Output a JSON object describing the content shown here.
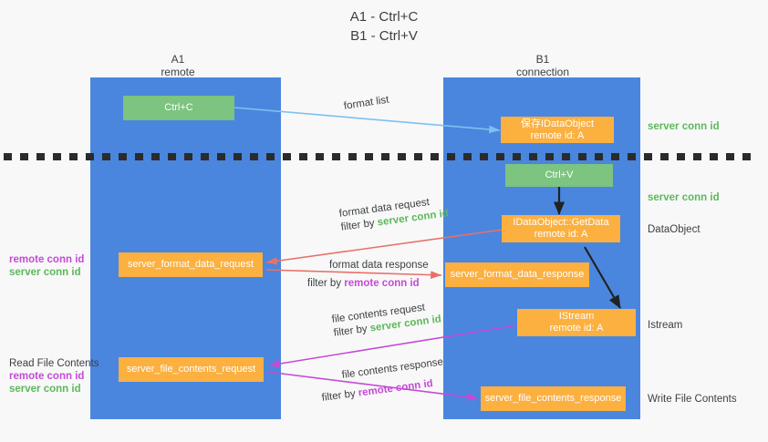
{
  "title": {
    "line1": "A1 - Ctrl+C",
    "line2": "B1 - Ctrl+V"
  },
  "lanes": [
    {
      "name": "A1",
      "sub": "remote"
    },
    {
      "name": "B1",
      "sub": "connection"
    }
  ],
  "boxes": {
    "ctrl_c": {
      "line1": "Ctrl+C",
      "line2": ""
    },
    "ctrl_v": {
      "line1": "Ctrl+V",
      "line2": ""
    },
    "save_idataobject": {
      "line1": "保存IDataObject",
      "line2": "remote id: A"
    },
    "getdata": {
      "line1": "IDataObject::GetData",
      "line2": "remote id: A"
    },
    "istream": {
      "line1": "IStream",
      "line2": "remote id: A"
    },
    "format_data_request": {
      "line1": "server_format_data_request",
      "line2": ""
    },
    "format_data_response": {
      "line1": "server_format_data_response",
      "line2": ""
    },
    "file_contents_request": {
      "line1": "server_file_contents_request",
      "line2": ""
    },
    "file_contents_response": {
      "line1": "server_file_contents_response",
      "line2": ""
    }
  },
  "annotations": {
    "right_server_conn_top": "server conn id",
    "right_server_conn_mid": "server conn id",
    "right_dataobject": "DataObject",
    "right_istream": "Istream",
    "right_write_file_contents": "Write File Contents",
    "left_remote_conn_1": "remote conn id",
    "left_server_conn_1": "server conn id",
    "left_read_file_contents": "Read File Contents",
    "left_remote_conn_2": "remote conn id",
    "left_server_conn_2": "server conn id"
  },
  "edge_labels": {
    "format_list": "format list",
    "format_data_request": "format data request",
    "format_data_request_filter_pre": "filter by ",
    "format_data_request_filter_key": "server conn id",
    "format_data_response": "format data response",
    "format_data_response_filter_pre": "filter by ",
    "format_data_response_filter_key": "remote conn id",
    "file_contents_request": "file contents request",
    "file_contents_request_filter_pre": "filter by ",
    "file_contents_request_filter_key": "server conn id",
    "file_contents_response": "file contents response",
    "file_contents_response_filter_pre": "filter by ",
    "file_contents_response_filter_key": "remote conn id"
  },
  "colors": {
    "lane": "#4a86de",
    "green_box": "#7cc47f",
    "orange_box": "#fbb040",
    "server_conn": "#5cb85c",
    "remote_conn": "#c44bd6",
    "light_blue_arrow": "#7ec0f0",
    "red_arrow": "#e8706a",
    "magenta_arrow": "#c44bd6",
    "black_arrow": "#222222",
    "background": "#f8f8f8"
  }
}
